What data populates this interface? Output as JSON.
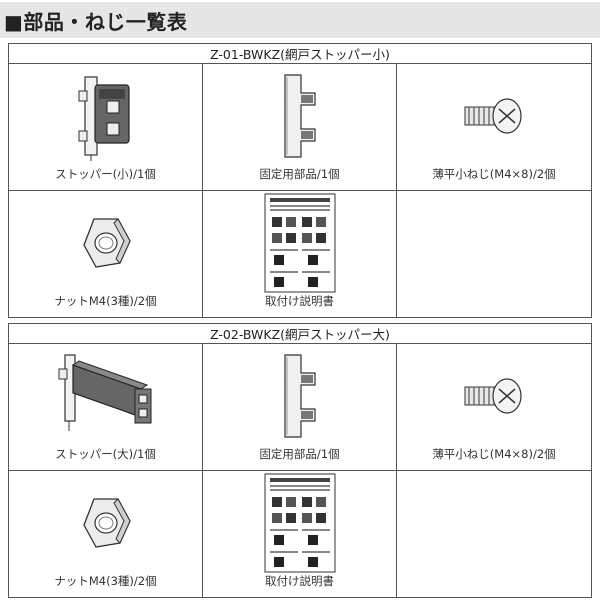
{
  "page": {
    "title": "■部品・ねじ一覧表"
  },
  "sets": [
    {
      "header": "Z-01-BWKZ(網戸ストッパー小)",
      "parts": [
        {
          "icon": "small-stopper-icon",
          "label": "ストッパー(小)/1個"
        },
        {
          "icon": "fixing-part-icon",
          "label": "固定用部品/1個"
        },
        {
          "icon": "pan-head-screw-icon",
          "label": "薄平小ねじ(M4×8)/2個"
        },
        {
          "icon": "hex-nut-icon",
          "label": "ナットM4(3種)/2個"
        },
        {
          "icon": "instruction-sheet-icon",
          "label": "取付け説明書"
        }
      ]
    },
    {
      "header": "Z-02-BWKZ(網戸ストッパー大)",
      "parts": [
        {
          "icon": "large-stopper-icon",
          "label": "ストッパー(大)/1個"
        },
        {
          "icon": "fixing-part-icon",
          "label": "固定用部品/1個"
        },
        {
          "icon": "pan-head-screw-icon",
          "label": "薄平小ねじ(M4×8)/2個"
        },
        {
          "icon": "hex-nut-icon",
          "label": "ナットM4(3種)/2個"
        },
        {
          "icon": "instruction-sheet-icon",
          "label": "取付け説明書"
        }
      ]
    }
  ]
}
